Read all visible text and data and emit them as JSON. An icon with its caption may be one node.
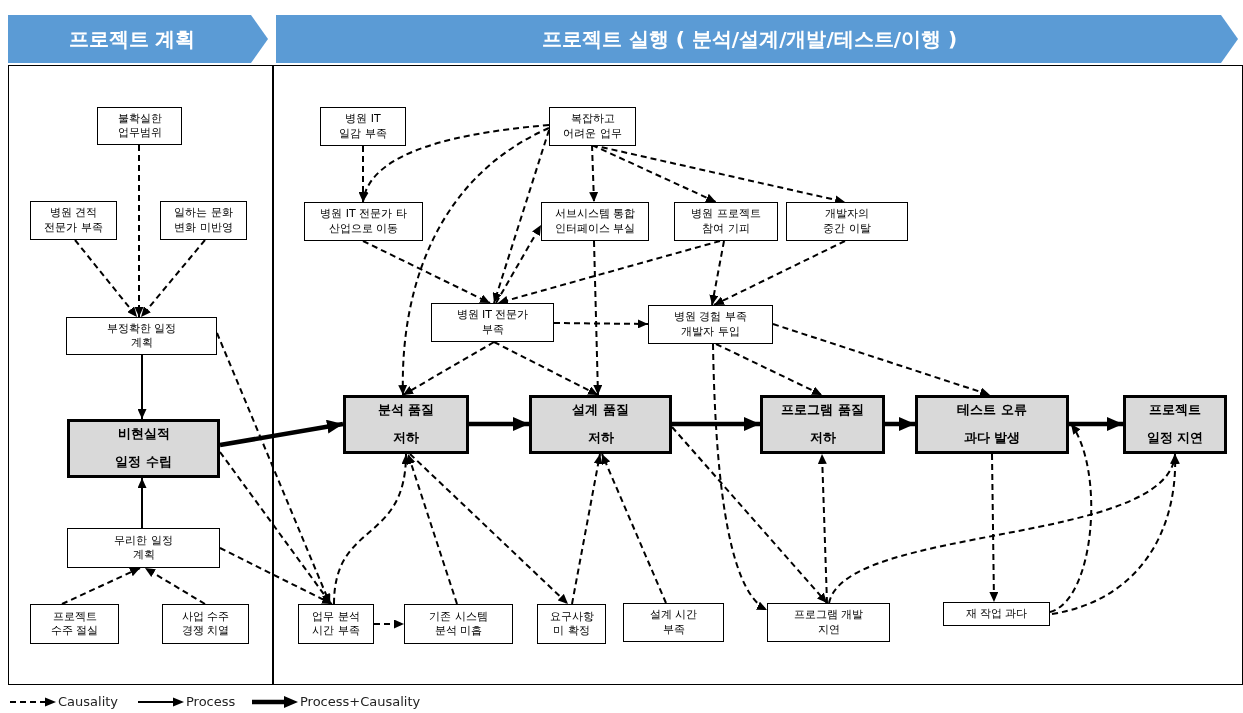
{
  "diagram": {
    "nodes": [
      {
        "text": [
          "프로젝트 계획"
        ]
      },
      {
        "text": [
          "프로젝트 실행 ( 분석/설계/개발/테스트/이행 )"
        ]
      },
      {
        "text": [
          "불확실한 업무범위"
        ],
        "in": 0
      },
      {
        "text": [
          "병원 견적 전문가 부족"
        ],
        "in": 0
      },
      {
        "text": [
          "일하는 문화 변화 미반영"
        ],
        "in": 0
      },
      {
        "text": [
          "부정확한 일정 계획"
        ],
        "in": 0
      },
      {
        "text": [
          "비현실적",
          "일정 수립"
        ],
        "in": 0
      },
      {
        "text": [
          "무리한 일정 계획"
        ],
        "in": 0
      },
      {
        "text": [
          "프로젝트 수주 절실"
        ],
        "in": 0
      },
      {
        "text": [
          "사업 수주 경쟁 치열"
        ],
        "in": 0
      },
      {
        "text": [
          "병원 IT 일감 부족"
        ],
        "in": 1
      },
      {
        "text": [
          "복잡하고 어려운 업무"
        ],
        "in": 1
      },
      {
        "text": [
          "병원 IT 전문가 타 산업으로 이동"
        ],
        "in": 1
      },
      {
        "text": [
          "서브시스템 통합 인터페이스 부실"
        ],
        "in": 1
      },
      {
        "text": [
          "병원 프로젝트 참여 기피"
        ],
        "in": 1
      },
      {
        "text": [
          "개발자의 중간 이탈"
        ],
        "in": 1
      },
      {
        "text": [
          "병원 IT 전문가 부족"
        ],
        "in": 1
      },
      {
        "text": [
          "병원 경험 부족 개발자 투입"
        ],
        "in": 1
      },
      {
        "text": [
          "분석 품질",
          "저하"
        ],
        "in": 1
      },
      {
        "text": [
          "설계 품질",
          "저하"
        ],
        "in": 1
      },
      {
        "text": [
          "프로그램 품질",
          "저하"
        ],
        "in": 1
      },
      {
        "text": [
          "테스트 오류",
          "과다 발생"
        ],
        "in": 1
      },
      {
        "text": [
          "프로젝트",
          "일정 지연"
        ],
        "in": 1
      },
      {
        "text": [
          "업무 분석 시간 부족"
        ],
        "in": 1
      },
      {
        "text": [
          "기존 시스템 분석 미흡"
        ],
        "in": 1
      },
      {
        "text": [
          "요구사항 미 확정"
        ],
        "in": 1
      },
      {
        "text": [
          "설계 시간 부족"
        ],
        "in": 1
      },
      {
        "text": [
          "프로그램 개발 지연"
        ],
        "in": 1
      },
      {
        "text": [
          "재 작업 과다"
        ],
        "in": 1
      }
    ],
    "edges": [
      {
        "from": 2,
        "to": 5,
        "arrow": "to",
        "style": "dashed"
      },
      {
        "from": 3,
        "to": 5,
        "arrow": "to",
        "style": "dashed"
      },
      {
        "from": 4,
        "to": 5,
        "arrow": "to",
        "style": "dashed"
      },
      {
        "from": 5,
        "to": 6,
        "arrow": "to"
      },
      {
        "from": 7,
        "to": 6,
        "arrow": "to"
      },
      {
        "from": 8,
        "to": 7,
        "arrow": "to",
        "style": "dashed"
      },
      {
        "from": 9,
        "to": 7,
        "arrow": "to",
        "style": "dashed"
      },
      {
        "from": 6,
        "to": 18,
        "arrow": "to",
        "style": "thick"
      },
      {
        "from": 5,
        "to": 23,
        "arrow": "to",
        "style": "dashed"
      },
      {
        "from": 6,
        "to": 23,
        "arrow": "to",
        "style": "dashed"
      },
      {
        "from": 7,
        "to": 23,
        "arrow": "to",
        "style": "dashed"
      },
      {
        "from": 23,
        "to": 24,
        "arrow": "to",
        "style": "dashed"
      },
      {
        "from": 23,
        "to": 18,
        "arrow": "to",
        "style": "dashed"
      },
      {
        "from": 24,
        "to": 18,
        "arrow": "to",
        "style": "dashed"
      },
      {
        "from": 18,
        "to": 25,
        "arrow": "to",
        "style": "dashed"
      },
      {
        "from": 25,
        "to": 19,
        "arrow": "to",
        "style": "dashed"
      },
      {
        "from": 26,
        "to": 19,
        "arrow": "to",
        "style": "dashed"
      },
      {
        "from": 10,
        "to": 12,
        "arrow": "to",
        "style": "dashed"
      },
      {
        "from": 11,
        "to": 12,
        "arrow": "to",
        "style": "dashed"
      },
      {
        "from": 11,
        "to": 18,
        "arrow": "to",
        "style": "dashed"
      },
      {
        "from": 11,
        "to": 16,
        "arrow": "to",
        "style": "dashed"
      },
      {
        "from": 12,
        "to": 16,
        "arrow": "to",
        "style": "dashed"
      },
      {
        "from": 16,
        "to": 13,
        "arrow": "to",
        "style": "dashed"
      },
      {
        "from": 14,
        "to": 16,
        "arrow": "to",
        "style": "dashed"
      },
      {
        "from": 11,
        "to": 13,
        "arrow": "to",
        "style": "dashed"
      },
      {
        "from": 11,
        "to": 14,
        "arrow": "to",
        "style": "dashed"
      },
      {
        "from": 11,
        "to": 15,
        "arrow": "to",
        "style": "dashed"
      },
      {
        "from": 14,
        "to": 17,
        "arrow": "to",
        "style": "dashed"
      },
      {
        "from": 15,
        "to": 17,
        "arrow": "to",
        "style": "dashed"
      },
      {
        "from": 16,
        "to": 17,
        "arrow": "to",
        "style": "dashed"
      },
      {
        "from": 16,
        "to": 18,
        "arrow": "to",
        "style": "dashed"
      },
      {
        "from": 16,
        "to": 19,
        "arrow": "to",
        "style": "dashed"
      },
      {
        "from": 13,
        "to": 19,
        "arrow": "to",
        "style": "dashed"
      },
      {
        "from": 17,
        "to": 20,
        "arrow": "to",
        "style": "dashed"
      },
      {
        "from": 17,
        "to": 21,
        "arrow": "to",
        "style": "dashed"
      },
      {
        "from": 17,
        "to": 27,
        "arrow": "to",
        "style": "dashed"
      },
      {
        "from": 18,
        "to": 19,
        "arrow": "to",
        "style": "thick"
      },
      {
        "from": 19,
        "to": 20,
        "arrow": "to",
        "style": "thick"
      },
      {
        "from": 20,
        "to": 21,
        "arrow": "to",
        "style": "thick"
      },
      {
        "from": 21,
        "to": 22,
        "arrow": "to",
        "style": "thick"
      },
      {
        "from": 19,
        "to": 27,
        "arrow": "to",
        "style": "dashed"
      },
      {
        "from": 27,
        "to": 20,
        "arrow": "to",
        "style": "dashed"
      },
      {
        "from": 27,
        "to": 22,
        "arrow": "to",
        "style": "dashed"
      },
      {
        "from": 21,
        "to": 28,
        "arrow": "to",
        "style": "dashed"
      },
      {
        "from": 28,
        "to": 21,
        "arrow": "to",
        "style": "dashed"
      },
      {
        "from": 28,
        "to": 22,
        "arrow": "to",
        "style": "dashed"
      }
    ],
    "legend": [
      {
        "text": "Causality"
      },
      {
        "text": "Process"
      },
      {
        "text": "Process+Causality"
      }
    ]
  }
}
